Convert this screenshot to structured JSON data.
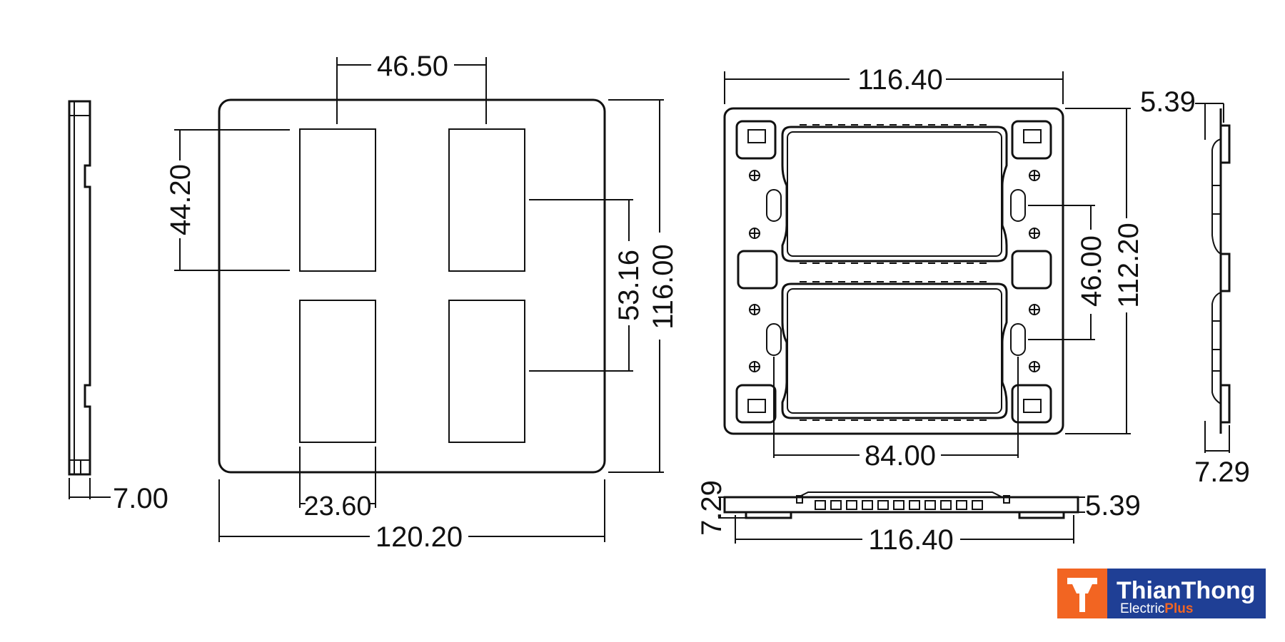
{
  "brand": {
    "name_line1": "ThianThong",
    "name_line2_a": "Electric",
    "name_line2_b": "Plus",
    "orange": "#f26522",
    "navy": "#1f3f95",
    "icon": "t-logo-icon"
  },
  "side_profile": {
    "thickness": "7.00"
  },
  "front_plate": {
    "pitch_h": "46.50",
    "window_h": "44.20",
    "pitch_v": "53.16",
    "height": "116.00",
    "window_w": "23.60",
    "width": "120.20"
  },
  "mounting_frame": {
    "width": "116.40",
    "height": "112.20",
    "slot_pitch_v": "46.00",
    "slot_pitch_h": "84.00"
  },
  "frame_side": {
    "top": "5.39",
    "bottom": "7.29"
  },
  "frame_bottom": {
    "left": "7.29",
    "right": "5.39",
    "width": "116.40"
  }
}
